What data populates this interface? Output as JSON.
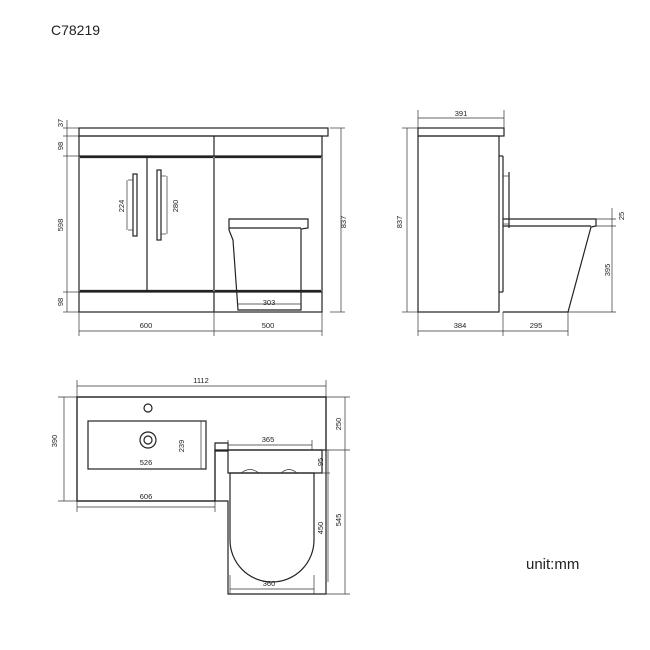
{
  "product_code": "C78219",
  "unit_label": "unit:mm",
  "front_view": {
    "top_thickness": "37",
    "band_top": "98",
    "door_height": "598",
    "band_bottom": "98",
    "overall_height": "837",
    "handle_left": "224",
    "handle_right": "280",
    "toilet_base_width": "303",
    "vanity_width": "600",
    "toilet_unit_width": "500"
  },
  "side_view": {
    "depth": "391",
    "overall_height": "837",
    "seat_thickness": "25",
    "toilet_height": "395",
    "cabinet_depth": "384",
    "toilet_projection": "295"
  },
  "top_view": {
    "overall_width": "1112",
    "overall_depth": "390",
    "basin_width": "526",
    "basin_depth": "239",
    "vanity_width": "606",
    "toilet_top_depth": "250",
    "cistern_width": "365",
    "cistern_depth": "95",
    "toilet_depth": "545",
    "bowl_length": "450",
    "bowl_width": "360"
  }
}
